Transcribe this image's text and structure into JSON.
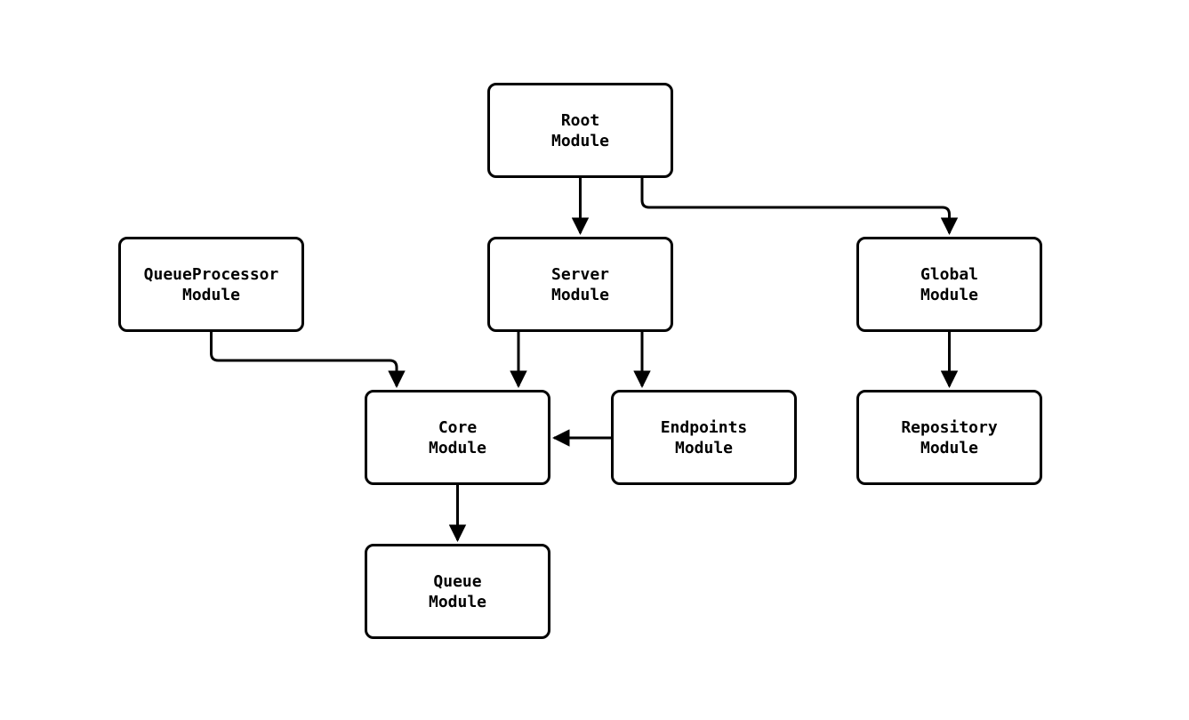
{
  "diagram": {
    "type": "flowchart",
    "direction": "top-down",
    "background": "#ffffff",
    "colors": {
      "node_fill": "#ffffff",
      "node_border": "#000000",
      "edge": "#000000",
      "text": "#000000"
    },
    "nodes": {
      "root": {
        "line1": "Root",
        "line2": "Module"
      },
      "queueProcessor": {
        "line1": "QueueProcessor",
        "line2": "Module"
      },
      "server": {
        "line1": "Server",
        "line2": "Module"
      },
      "global": {
        "line1": "Global",
        "line2": "Module"
      },
      "core": {
        "line1": "Core",
        "line2": "Module"
      },
      "endpoints": {
        "line1": "Endpoints",
        "line2": "Module"
      },
      "repository": {
        "line1": "Repository",
        "line2": "Module"
      },
      "queue": {
        "line1": "Queue",
        "line2": "Module"
      }
    },
    "edges": [
      {
        "from": "Root Module",
        "to": "Server Module"
      },
      {
        "from": "Root Module",
        "to": "Global Module"
      },
      {
        "from": "QueueProcessor Module",
        "to": "Core Module"
      },
      {
        "from": "Server Module",
        "to": "Core Module"
      },
      {
        "from": "Server Module",
        "to": "Endpoints Module"
      },
      {
        "from": "Endpoints Module",
        "to": "Core Module"
      },
      {
        "from": "Global Module",
        "to": "Repository Module"
      },
      {
        "from": "Core Module",
        "to": "Queue Module"
      }
    ]
  }
}
